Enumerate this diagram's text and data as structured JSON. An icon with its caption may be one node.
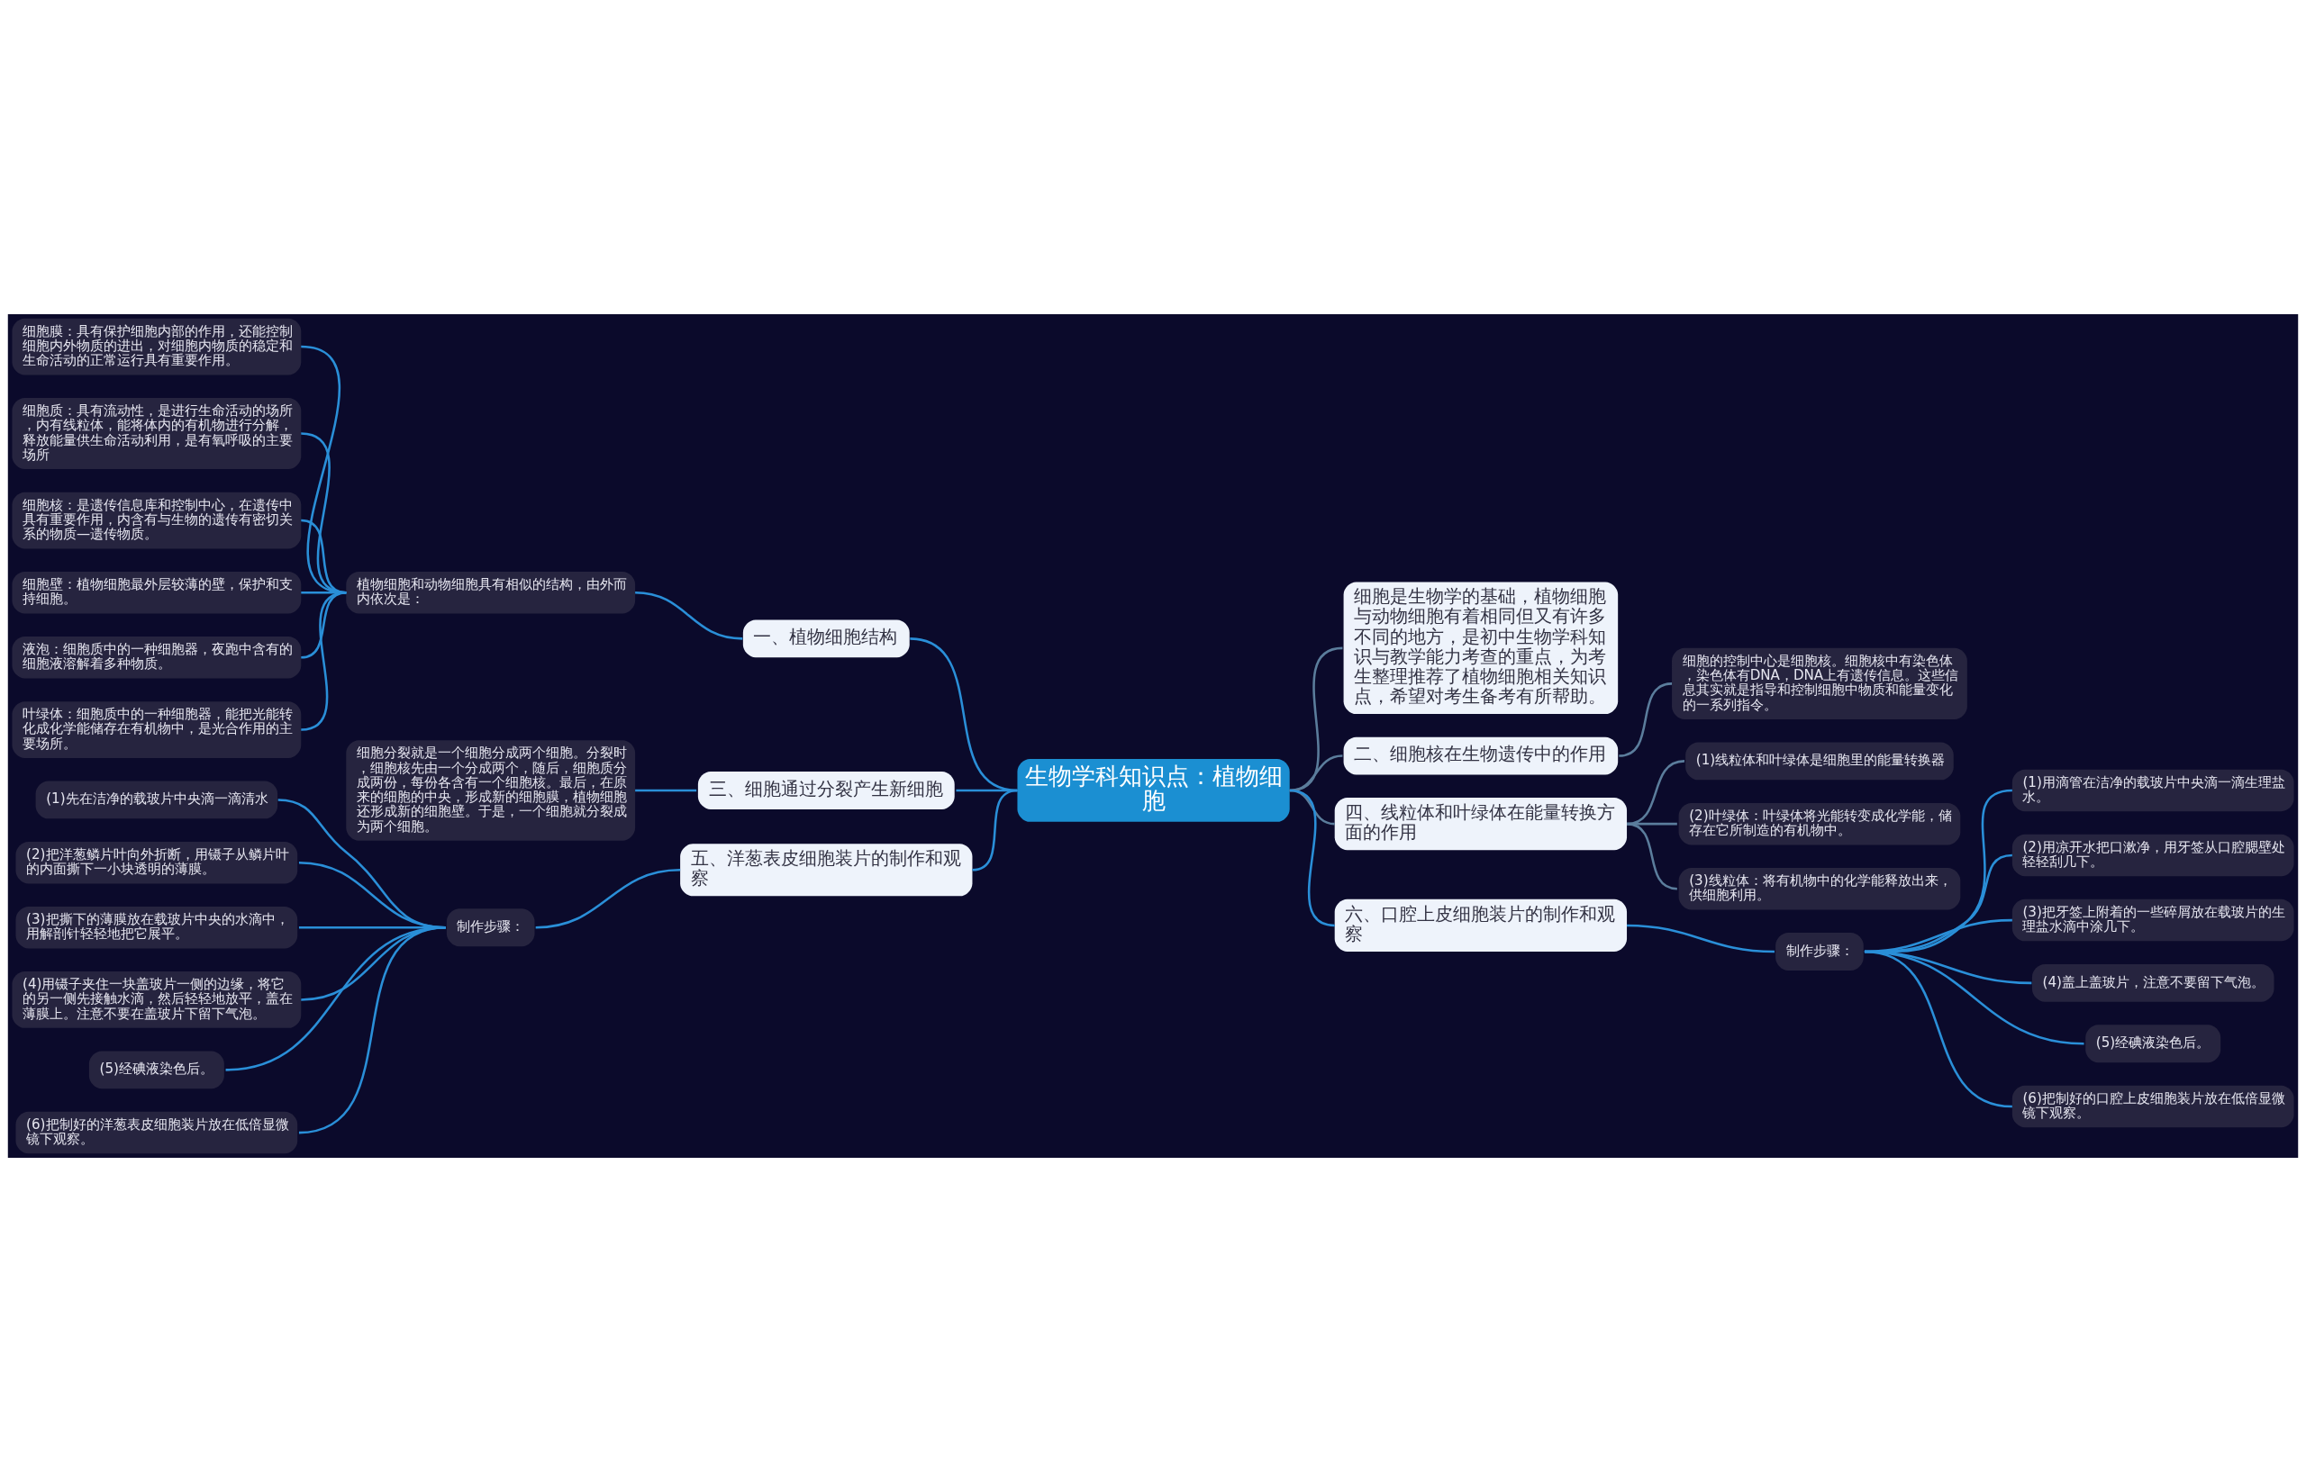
{
  "diagram": {
    "nodes": [
      {
        "text": [
          "生物学科知识点：植物细胞"
        ]
      },
      {
        "text": [
          "一、植物细胞结构"
        ]
      },
      {
        "text": [
          "植物细胞和动物细胞具有相似的结构，由外而内依次是："
        ]
      },
      {
        "text": [
          "细胞膜：具有保护细胞内部的作用，还能控制细胞内外物质的进出，对细胞内物质的稳定和生命活动的正常运行具有重要作用。"
        ]
      },
      {
        "text": [
          "细胞质：具有流动性，是进行生命活动的场所，内有线粒体，能将体内的有机物进行分解，释放能量供生命活动利用，是有氧呼吸的主要场所"
        ]
      },
      {
        "text": [
          "细胞核：是遗传信息库和控制中心，在遗传中具有重要作用，内含有与生物的遗传有密切关系的物质—遗传物质。"
        ]
      },
      {
        "text": [
          "细胞壁：植物细胞最外层较薄的壁，保护和支持细胞。"
        ]
      },
      {
        "text": [
          "液泡：细胞质中的一种细胞器，夜跑中含有的细胞液溶解着多种物质。"
        ]
      },
      {
        "text": [
          "叶绿体：细胞质中的一种细胞器，能把光能转化成化学能储存在有机物中，是光合作用的主要场所。"
        ]
      },
      {
        "text": [
          "三、细胞通过分裂产生新细胞"
        ]
      },
      {
        "text": [
          "细胞分裂就是一个细胞分成两个细胞。分裂时，细胞核先由一个分成两个，随后，细胞质分成两份，每份各含有一个细胞核。最后，在原来的细胞的中央，形成新的细胞膜，植物细胞还形成新的细胞壁。于是，一个细胞就分裂成为两个细胞。"
        ]
      },
      {
        "text": [
          "五、洋葱表皮细胞装片的制作和观察"
        ]
      },
      {
        "text": [
          "制作步骤："
        ]
      },
      {
        "text": [
          "(1)先在洁净的载玻片中央滴一滴清水"
        ]
      },
      {
        "text": [
          "(2)把洋葱鳞片叶向外折断，用镊子从鳞片叶的内面撕下一小块透明的薄膜。"
        ]
      },
      {
        "text": [
          "(3)把撕下的薄膜放在载玻片中央的水滴中，用解剖针轻轻地把它展平。"
        ]
      },
      {
        "text": [
          "(4)用镊子夹住一块盖玻片一侧的边缘，将它的另一侧先接触水滴，然后轻轻地放平，盖在薄膜上。注意不要在盖玻片下留下气泡。"
        ]
      },
      {
        "text": [
          "(5)经碘液染色后。"
        ]
      },
      {
        "text": [
          "(6)把制好的洋葱表皮细胞装片放在低倍显微镜下观察。"
        ]
      },
      {
        "text": [
          "细胞是生物学的基础，植物细胞与动物细胞有着相同但又有许多不同的地方，是初中生物学科知识与教学能力考查的重点，为考生整理推荐了植物细胞相关知识点，希望对考生备考有所帮助。"
        ]
      },
      {
        "text": [
          "二、细胞核在生物遗传中的作用"
        ]
      },
      {
        "text": [
          "细胞的控制中心是细胞核。细胞核中有染色体，染色体有DNA，DNA上有遗传信息。这些信息其实就是指导和控制细胞中物质和能量变化的一系列指令。"
        ]
      },
      {
        "text": [
          "四、线粒体和叶绿体在能量转换方面的作用"
        ]
      },
      {
        "text": [
          "(1)线粒体和叶绿体是细胞里的能量转换器"
        ]
      },
      {
        "text": [
          "(2)叶绿体：叶绿体将光能转变成化学能，储存在它所制造的有机物中。"
        ]
      },
      {
        "text": [
          "(3)线粒体：将有机物中的化学能释放出来，供细胞利用。"
        ]
      },
      {
        "text": [
          "六、口腔上皮细胞装片的制作和观察"
        ]
      },
      {
        "text": [
          "制作步骤："
        ]
      },
      {
        "text": [
          "(1)用滴管在洁净的载玻片中央滴一滴生理盐水。"
        ]
      },
      {
        "text": [
          "(2)用凉开水把口漱净，用牙签从口腔腮壁处轻轻刮几下。"
        ]
      },
      {
        "text": [
          "(3)把牙签上附着的一些碎屑放在载玻片的生理盐水滴中涂几下。"
        ]
      },
      {
        "text": [
          "(4)盖上盖玻片，注意不要留下气泡。"
        ]
      },
      {
        "text": [
          "(5)经碘液染色后。"
        ]
      },
      {
        "text": [
          "(6)把制好的口腔上皮细胞装片放在低倍显微镜下观察。"
        ]
      }
    ],
    "edges": [
      {
        "from": 1,
        "to": 0,
        "arrow": "none"
      },
      {
        "from": 2,
        "to": 1,
        "arrow": "none"
      },
      {
        "from": 3,
        "to": 2,
        "arrow": "none"
      },
      {
        "from": 4,
        "to": 2,
        "arrow": "none"
      },
      {
        "from": 5,
        "to": 2,
        "arrow": "none"
      },
      {
        "from": 6,
        "to": 2,
        "arrow": "none"
      },
      {
        "from": 7,
        "to": 2,
        "arrow": "none"
      },
      {
        "from": 8,
        "to": 2,
        "arrow": "none"
      },
      {
        "from": 9,
        "to": 0,
        "arrow": "none"
      },
      {
        "from": 10,
        "to": 9,
        "arrow": "none"
      },
      {
        "from": 11,
        "to": 0,
        "arrow": "none"
      },
      {
        "from": 12,
        "to": 11,
        "arrow": "none"
      },
      {
        "from": 13,
        "to": 12,
        "arrow": "none"
      },
      {
        "from": 14,
        "to": 12,
        "arrow": "none"
      },
      {
        "from": 15,
        "to": 12,
        "arrow": "none"
      },
      {
        "from": 16,
        "to": 12,
        "arrow": "none"
      },
      {
        "from": 17,
        "to": 12,
        "arrow": "none"
      },
      {
        "from": 18,
        "to": 12,
        "arrow": "none"
      },
      {
        "from": 0,
        "to": 19,
        "arrow": "none",
        "color": "#5b7d9c"
      },
      {
        "from": 0,
        "to": 20,
        "arrow": "none",
        "color": "#5b7d9c"
      },
      {
        "from": 20,
        "to": 21,
        "arrow": "none",
        "color": "#5b7d9c"
      },
      {
        "from": 0,
        "to": 22,
        "arrow": "none",
        "color": "#5b7d9c"
      },
      {
        "from": 22,
        "to": 23,
        "arrow": "none",
        "color": "#5b7d9c"
      },
      {
        "from": 22,
        "to": 24,
        "arrow": "none",
        "color": "#5b7d9c"
      },
      {
        "from": 22,
        "to": 25,
        "arrow": "none",
        "color": "#5b7d9c"
      },
      {
        "from": 0,
        "to": 26,
        "arrow": "none"
      },
      {
        "from": 26,
        "to": 27,
        "arrow": "none"
      },
      {
        "from": 27,
        "to": 28,
        "arrow": "none"
      },
      {
        "from": 27,
        "to": 29,
        "arrow": "none"
      },
      {
        "from": 27,
        "to": 30,
        "arrow": "none"
      },
      {
        "from": 27,
        "to": 31,
        "arrow": "none"
      },
      {
        "from": 27,
        "to": 32,
        "arrow": "none"
      },
      {
        "from": 27,
        "to": 33,
        "arrow": "none"
      }
    ]
  }
}
